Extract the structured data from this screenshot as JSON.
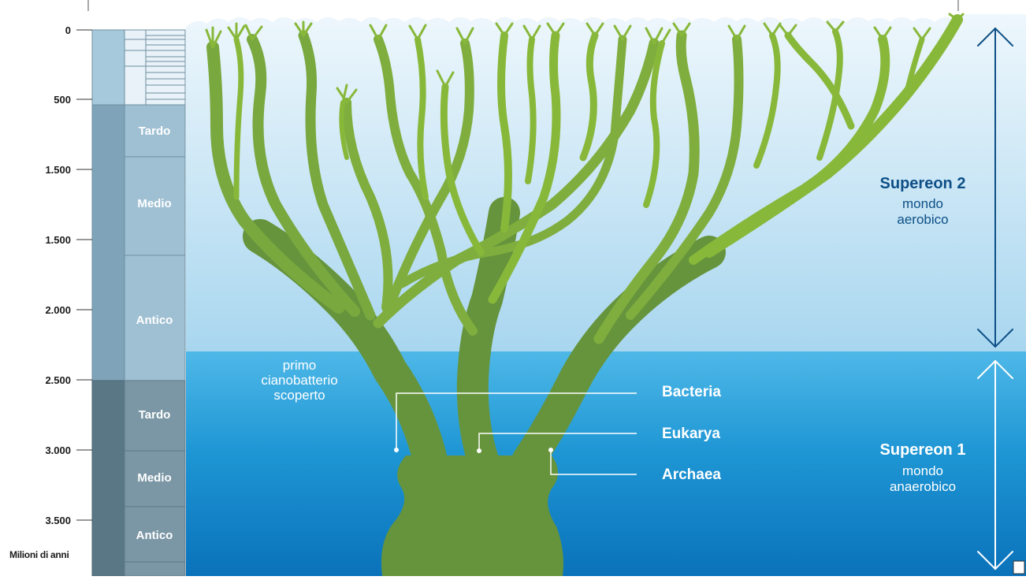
{
  "timescale": {
    "ticks": [
      "0",
      "500",
      "1.500",
      "1.500",
      "2.000",
      "2.500",
      "3.000",
      "3.500"
    ],
    "unit": "Milioni di anni",
    "eras": [
      "Tardo",
      "Medio",
      "Antico",
      "Tardo",
      "Medio",
      "Antico"
    ]
  },
  "labels": {
    "cyano": [
      "primo",
      "cianobatterio",
      "scoperto"
    ],
    "bacteria": "Bacteria",
    "eukarya": "Eukarya",
    "archaea": "Archaea"
  },
  "supereons": [
    {
      "title": "Supereon 2",
      "sub": [
        "mondo",
        "aerobico"
      ],
      "color": "#0d4f86"
    },
    {
      "title": "Supereon 1",
      "sub": [
        "mondo",
        "anaerobico"
      ],
      "color": "#ffffff"
    }
  ],
  "colors": {
    "sky_top": "#eaf5fb",
    "sky_bottom": "#a9d6ee",
    "sea_top": "#4bb6e6",
    "sea_bottom": "#0a78bf",
    "tree_trunk": "#66943c",
    "tree_branch": "#88b83a"
  }
}
